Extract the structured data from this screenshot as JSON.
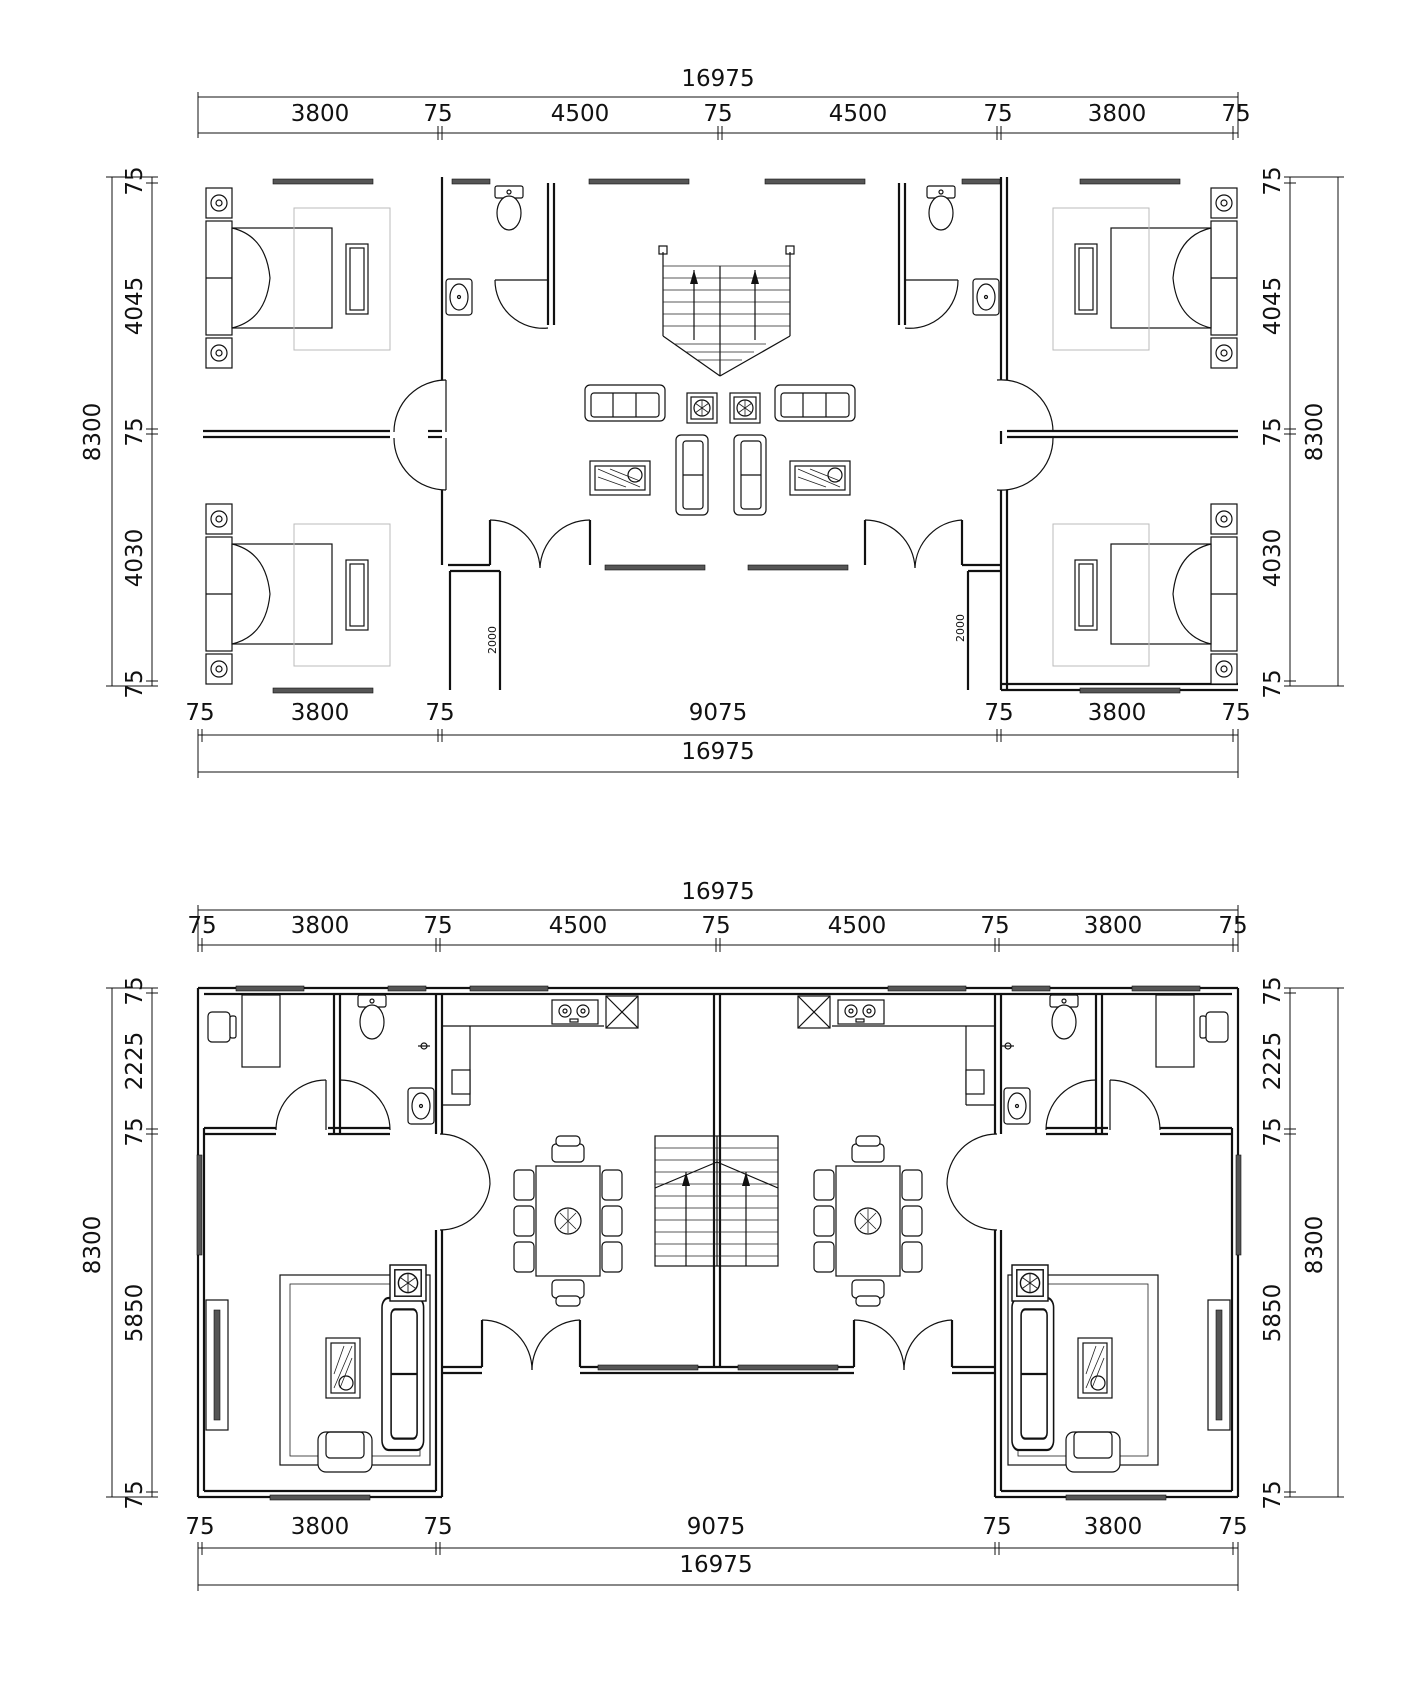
{
  "upper_plan": {
    "top_total": "16975",
    "top_segments": [
      "3800",
      "75",
      "4500",
      "75",
      "4500",
      "75",
      "3800",
      "75"
    ],
    "left_total": "8300",
    "left_segments": [
      "75",
      "4045",
      "75",
      "4030",
      "75"
    ],
    "right_total": "8300",
    "right_segments": [
      "75",
      "4045",
      "75",
      "4030",
      "75"
    ],
    "bottom_segments": [
      "75",
      "3800",
      "75",
      "9075",
      "75",
      "3800",
      "75"
    ],
    "bottom_total": "16975",
    "stub_labels": [
      "2000",
      "2000"
    ]
  },
  "lower_plan": {
    "top_total": "16975",
    "top_segments": [
      "75",
      "3800",
      "75",
      "4500",
      "75",
      "4500",
      "75",
      "3800",
      "75"
    ],
    "left_total": "8300",
    "left_segments": [
      "75",
      "2225",
      "75",
      "5850",
      "75"
    ],
    "right_total": "8300",
    "right_segments": [
      "75",
      "2225",
      "75",
      "5850",
      "75"
    ],
    "bottom_segments": [
      "75",
      "3800",
      "75",
      "9075",
      "75",
      "3800",
      "75"
    ],
    "bottom_total": "16975"
  }
}
